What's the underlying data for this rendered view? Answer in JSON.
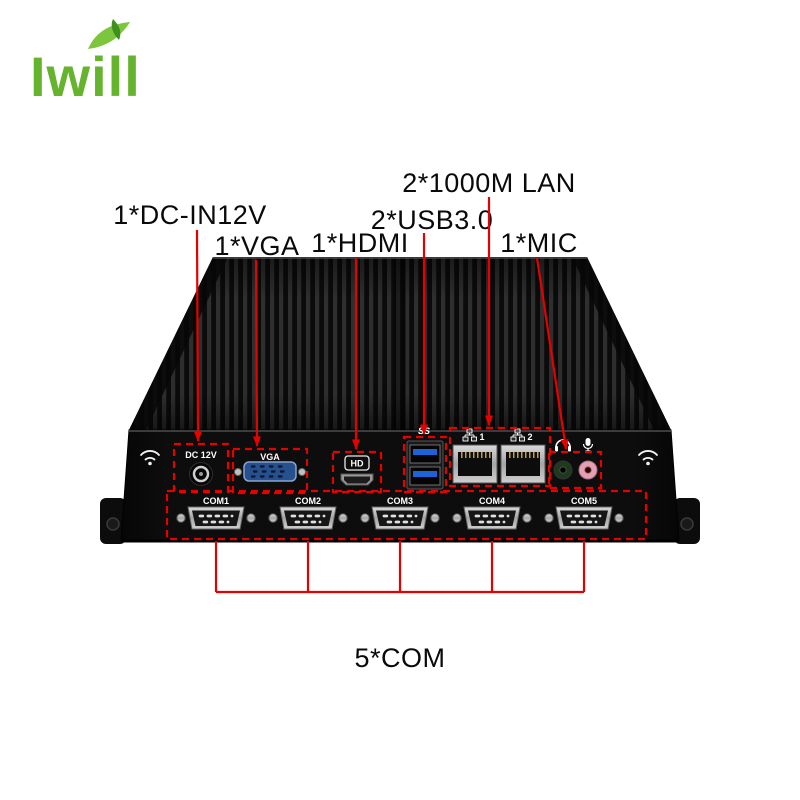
{
  "brand": {
    "name": "Iwill"
  },
  "labels": {
    "lan": "2*1000M LAN",
    "dc": "1*DC-IN12V",
    "usb": "2*USB3.0",
    "vga": "1*VGA",
    "hdmi": "1*HDMI",
    "mic": "1*MIC",
    "com": "5*COM"
  },
  "panel": {
    "dc": "DC 12V",
    "vga": "VGA",
    "hdmi_badge": "HD",
    "usb_badge": "SS",
    "lan1": "1",
    "lan2": "2",
    "com_ports": [
      "COM1",
      "COM2",
      "COM3",
      "COM4",
      "COM5"
    ]
  },
  "colors": {
    "annotation_red": "#e60000",
    "brand_green": "#66b32e",
    "usb_blue": "#1e63d6",
    "vga_blue": "#27508e",
    "mic_pink": "#e3a0b5",
    "chassis_black": "#0d0d0d"
  }
}
